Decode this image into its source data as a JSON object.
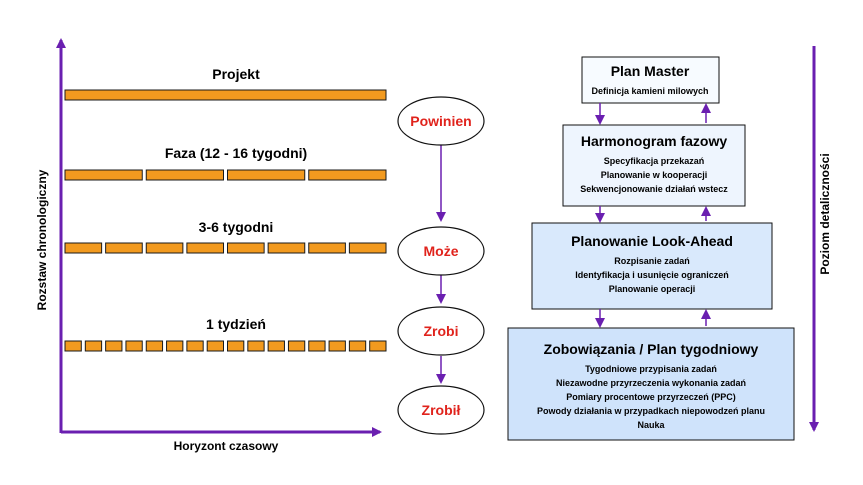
{
  "colors": {
    "accent": "#6a1fb0",
    "bar_fill": "#f29a1f",
    "bar_stroke": "#1a1a1a",
    "status_red": "#e0231c",
    "box_fill_light": "#f7fbff",
    "box_fill_mid": "#e4f0fd",
    "box_fill_dark": "#cfe3fb"
  },
  "left": {
    "y_axis_label": "Rozstaw chronologiczny",
    "x_axis_label": "Horyzont czasowy",
    "rows": [
      {
        "label": "Projekt",
        "segments": 1
      },
      {
        "label": "Faza (12 - 16 tygodni)",
        "segments": 4
      },
      {
        "label": "3-6 tygodni",
        "segments": 8
      },
      {
        "label": "1 tydzień",
        "segments": 16
      }
    ]
  },
  "stages": [
    "Powinien",
    "Może",
    "Zrobi",
    "Zrobił"
  ],
  "right": {
    "axis_label": "Poziom detaliczności",
    "boxes": [
      {
        "title": "Plan Master",
        "lines": [
          "Definicja kamieni milowych"
        ]
      },
      {
        "title": "Harmonogram fazowy",
        "lines": [
          "Specyfikacja przekazań",
          "Planowanie w kooperacji",
          "Sekwencjonowanie działań wstecz"
        ]
      },
      {
        "title": "Planowanie Look-Ahead",
        "lines": [
          "Rozpisanie zadań",
          "Identyfikacja i usunięcie ograniczeń",
          "Planowanie operacji"
        ]
      },
      {
        "title": "Zobowiązania / Plan tygodniowy",
        "lines": [
          "Tygodniowe przypisania zadań",
          "Niezawodne przyrzeczenia wykonania zadań",
          "Pomiary procentowe przyrzeczeń (PPC)",
          "Powody działania w przypadkach niepowodzeń planu",
          "Nauka"
        ]
      }
    ]
  }
}
